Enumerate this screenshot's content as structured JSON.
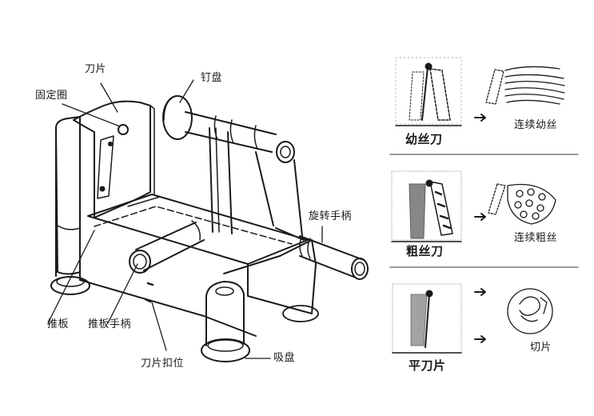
{
  "diagram": {
    "type": "spiral-slicer-parts-diagram",
    "part_labels": {
      "blade": "刀片",
      "fixing_ring": "固定圈",
      "spike_plate": "钉盘",
      "rotating_handle": "旋转手柄",
      "push_plate": "推板",
      "push_plate_handle": "推板手柄",
      "blade_slot": "刀片扣位",
      "suction_cup": "吸盘"
    },
    "blades": [
      {
        "name": "幼丝刀",
        "result": "连续幼丝"
      },
      {
        "name": "粗丝刀",
        "result": "连续粗丝"
      },
      {
        "name": "平刀片",
        "result": "切片"
      }
    ],
    "arrow_symbol": "➜",
    "colors": {
      "ink": "#1a1a1a",
      "divider": "#7a7a7a",
      "background": "#ffffff"
    }
  }
}
